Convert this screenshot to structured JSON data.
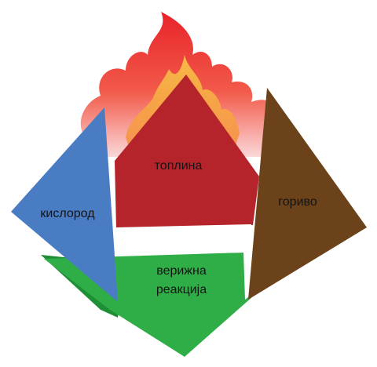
{
  "labels": {
    "heat": "топлина",
    "oxygen": "кислород",
    "fuel": "гориво",
    "chain_line1": "верижна",
    "chain_line2": "реакција"
  },
  "colors": {
    "flame_outer": "#e8232a",
    "flame_mid": "#f47a3c",
    "flame_inner": "#f9d14a",
    "heat": "#b5242a",
    "oxygen": "#4a7cc4",
    "fuel": "#6b4219",
    "chain_reaction": "#2fae47",
    "chain_shadow": "#1f8f36"
  }
}
